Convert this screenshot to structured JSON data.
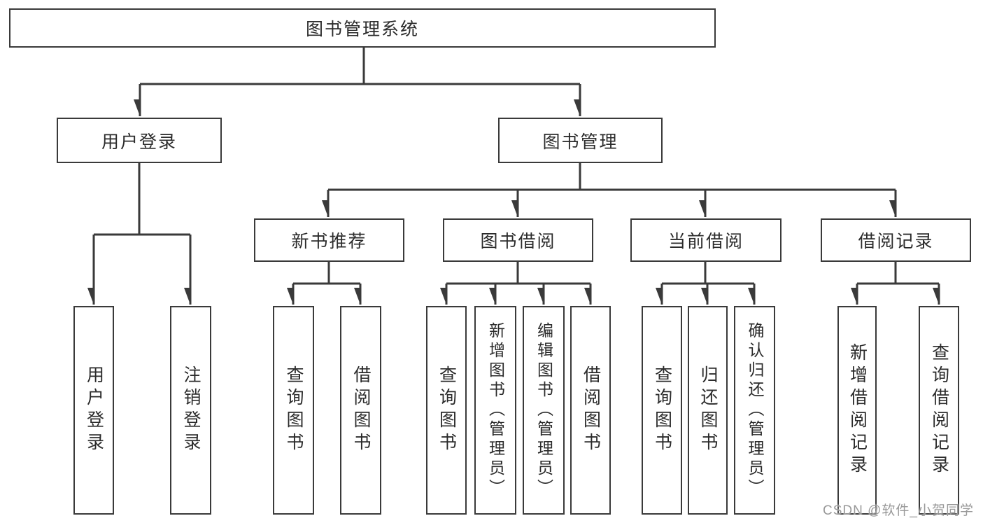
{
  "tree": {
    "label": "图书管理系统",
    "children": [
      {
        "label": "用户登录",
        "children": [
          {
            "label": "用户登录"
          },
          {
            "label": "注销登录"
          }
        ]
      },
      {
        "label": "图书管理",
        "children": [
          {
            "label": "新书推荐",
            "children": [
              {
                "label": "查询图书"
              },
              {
                "label": "借阅图书"
              }
            ]
          },
          {
            "label": "图书借阅",
            "children": [
              {
                "label": "查询图书"
              },
              {
                "label": "新增图书（管理员）"
              },
              {
                "label": "编辑图书（管理员）"
              },
              {
                "label": "借阅图书"
              }
            ]
          },
          {
            "label": "当前借阅",
            "children": [
              {
                "label": "查询图书"
              },
              {
                "label": "归还图书"
              },
              {
                "label": "确认归还（管理员）"
              }
            ]
          },
          {
            "label": "借阅记录",
            "children": [
              {
                "label": "新增借阅记录"
              },
              {
                "label": "查询借阅记录"
              }
            ]
          }
        ]
      }
    ]
  },
  "watermark": {
    "text": "CSDN @软件_小贺同学"
  },
  "colors": {
    "line": "#3a3a3a",
    "box_border": "#3a3a3a",
    "text": "#2b2b2b",
    "watermark": "#999999",
    "background": "#ffffff"
  }
}
